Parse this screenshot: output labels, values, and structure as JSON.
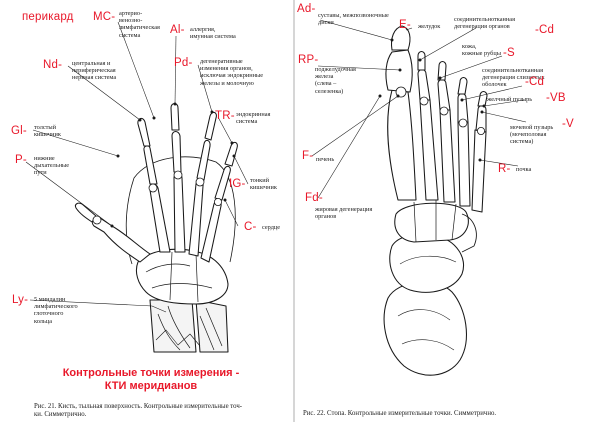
{
  "hand": {
    "codes": {
      "pericard": "перикард",
      "MC": "MC-",
      "Al": "Al-",
      "Nd": "Nd-",
      "Pd": "Pd-",
      "TR": "TR-",
      "Gl": "Gl-",
      "P": "P-",
      "IG": "IG-",
      "C": "C-",
      "Ly": "Ly-"
    },
    "labels": {
      "MC": "артерио-\nвенозно-\nлимфатическая\nсистема",
      "Al": "аллергия,\nимунная система",
      "Nd": "центральная и\nпериферическая\nнервная система",
      "Pd": "дегенеративные\nизменения органов,\nисключая эндокринные\nжелезы и молочную",
      "TR": "эндокринная\nсистема",
      "Gl": "толстый\nкишечник",
      "P": "нижние\nдыхательные\nпути",
      "IG": "тонкий\nкишечник",
      "C": "сердце",
      "Ly": "5 миндалин\nлимфатического\nглоточного\nкольца"
    },
    "title": "Контрольные точки измерения -\nКТИ  меридианов",
    "caption": "Рис. 21. Кисть, тыльная поверхность. Контрольные измерительные точ-\nки. Симметрично."
  },
  "foot": {
    "codes": {
      "Ad": "Ad-",
      "E": "E-",
      "Cd1": "-Cd",
      "RP": "RP-",
      "S": "-S",
      "Cd2": "-Cd",
      "VB": "-VB",
      "V": "-V",
      "F": "F-",
      "R": "R-",
      "Fd": "Fd-"
    },
    "labels": {
      "Ad": "суставы, межпозвоночные\nдиски",
      "E": "желудок",
      "Cd1": "соединительнотканная\nдегенерация органов",
      "RP": "поджелудочная\nжелеза\n(слева –\nселезенка)",
      "S": "кожа,\nкожные рубцы",
      "Cd2": "соединительнотканная\nдегенерация слизистых\nоболочек",
      "VB": "желчный пузырь",
      "V": "мочевой пузырь\n(мочеполовая\nсистема)",
      "F": "печень",
      "R": "почка",
      "Fd": "жировая дегенерация\nорганов"
    },
    "caption": "Рис. 22. Стопа. Контрольные измерительные точки. Симметрично."
  },
  "colors": {
    "accent": "#e8182a",
    "ink": "#1a1a1a",
    "background": "#ffffff"
  }
}
